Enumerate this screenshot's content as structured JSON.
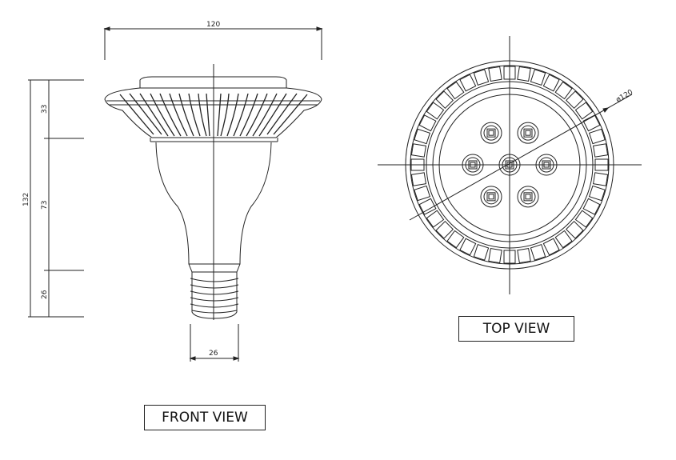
{
  "labels": {
    "front_view": "FRONT VIEW",
    "top_view": "TOP VIEW"
  },
  "dimensions": {
    "overall_width": "120",
    "overall_height": "132",
    "head_height": "33",
    "body_height": "73",
    "base_height": "26",
    "base_width": "26",
    "top_diameter": "ø120"
  },
  "colors": {
    "line": "#222222",
    "fill": "#ffffff"
  }
}
